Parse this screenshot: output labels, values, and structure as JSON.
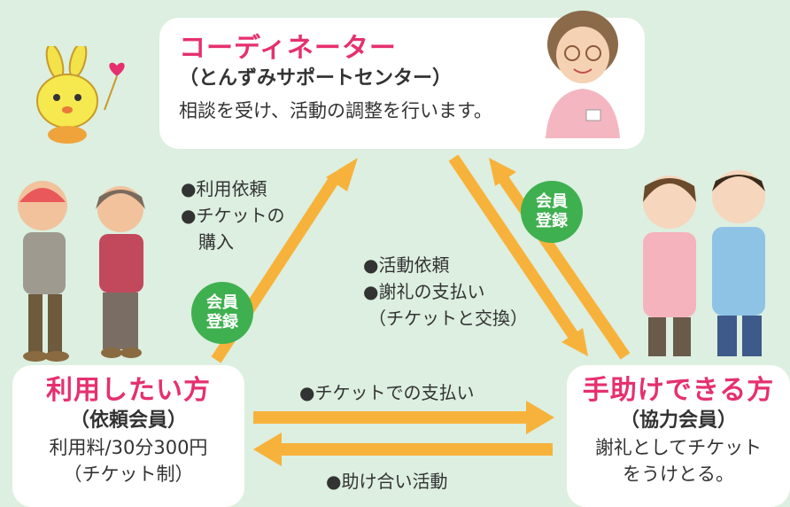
{
  "coordinator": {
    "title": "コーディネーター",
    "subtitle": "（とんずみサポートセンター）",
    "description": "相談を受け、活動の調整を行います。"
  },
  "user": {
    "title": "利用したい方",
    "subtitle": "（依頼会員）",
    "fee": "利用料/30分300円",
    "note": "（チケット制）"
  },
  "helper": {
    "title": "手助けできる方",
    "subtitle": "（協力会員）",
    "line1": "謝礼としてチケット",
    "line2": "をうけとる。"
  },
  "flows": {
    "user_to_coord": [
      "●利用依頼",
      "●チケットの",
      "　購入"
    ],
    "coord_to_helper": [
      "●活動依頼",
      "●謝礼の支払い",
      "（チケットと交換）"
    ],
    "user_to_helper": "●チケットでの支払い",
    "helper_to_user": "●助け合い活動"
  },
  "badges": {
    "left": [
      "会員",
      "登録"
    ],
    "right": [
      "会員",
      "登録"
    ]
  },
  "colors": {
    "background": "#dcefe0",
    "arrow": "#f7b23b",
    "title_pink": "#e6306e",
    "badge_green": "#3fb04f"
  },
  "icons": [
    "mascot-rabbit-icon",
    "coordinator-woman-icon",
    "elderly-couple-icon",
    "helpers-couple-icon"
  ]
}
